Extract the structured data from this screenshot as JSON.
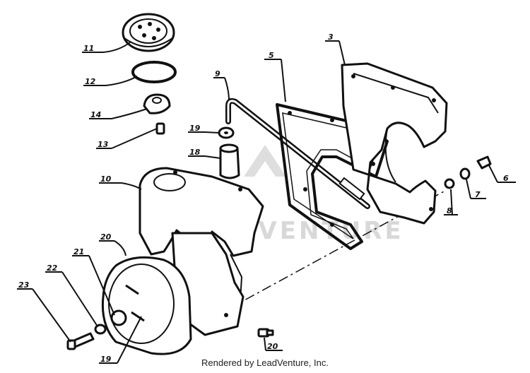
{
  "diagram": {
    "callouts": [
      "11",
      "12",
      "14",
      "13",
      "19",
      "18",
      "9",
      "5",
      "3",
      "10",
      "6",
      "7",
      "8",
      "20",
      "21",
      "22",
      "23",
      "19",
      "20"
    ],
    "watermark": "LEADVENTURE",
    "footer": "Rendered by LeadVenture, Inc."
  }
}
